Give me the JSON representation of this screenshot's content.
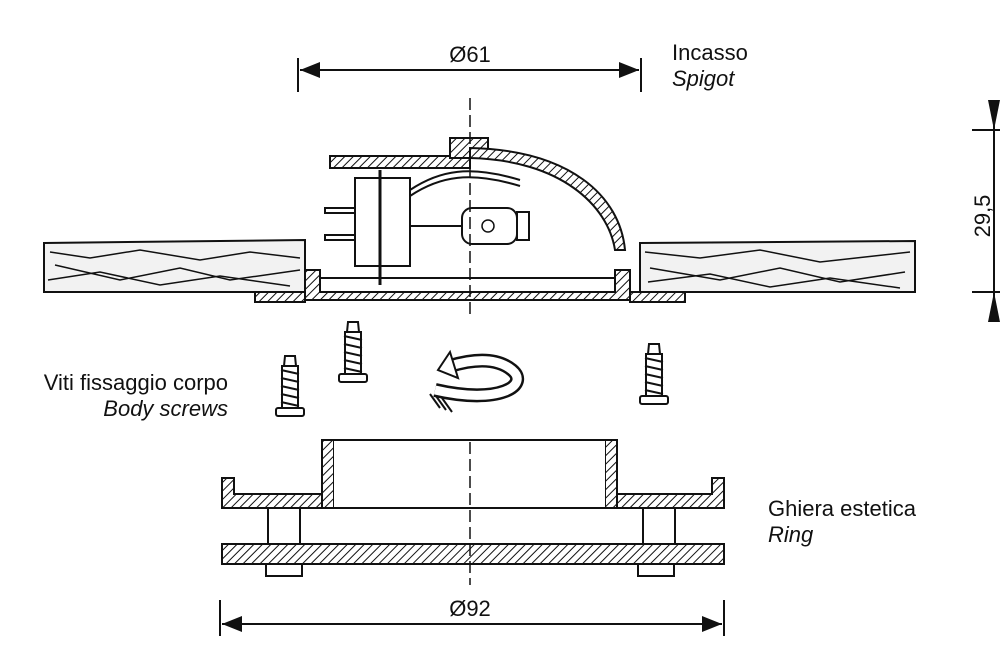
{
  "dimensions": {
    "spigot_diameter": "Ø61",
    "ring_diameter": "Ø92",
    "height": "29,5"
  },
  "labels": {
    "spigot_it": "Incasso",
    "spigot_en": "Spigot",
    "screws_it": "Viti fissaggio corpo",
    "screws_en": "Body screws",
    "ring_it": "Ghiera estetica",
    "ring_en": "Ring"
  }
}
